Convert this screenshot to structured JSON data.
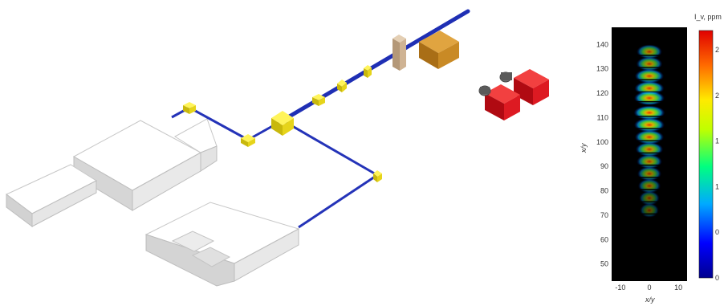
{
  "colors": {
    "beam": "#1f2fb4",
    "component_yellow": "#f2e21a",
    "camera_red": "#e3101a",
    "lens_gray": "#6f6f6f",
    "building_gray": "#dadada",
    "target_brown": "#c98a25",
    "map_background": "#000000"
  },
  "figure": {
    "components": [
      "beamline",
      "bending-magnets",
      "quadrupoles",
      "target-box",
      "camera-pair",
      "building-blocks"
    ]
  },
  "chart_data": {
    "type": "heatmap",
    "colorbar_label": "I_v, ppm",
    "y_ticks": [
      "140",
      "130",
      "120",
      "110",
      "100",
      "90",
      "80",
      "70",
      "60",
      "50"
    ],
    "x_ticks": [
      "-10",
      "0",
      "10"
    ],
    "colorbar_ticks": [
      "2",
      "2",
      "1",
      "1",
      "0",
      "0"
    ],
    "xlabel": "x/y",
    "ylabel": "x/y",
    "cmap": "jet",
    "bands": [
      {
        "y": 137,
        "intensity": 0.55
      },
      {
        "y": 132,
        "intensity": 0.6
      },
      {
        "y": 127,
        "intensity": 0.8
      },
      {
        "y": 122,
        "intensity": 0.85
      },
      {
        "y": 118,
        "intensity": 0.9
      },
      {
        "y": 112,
        "intensity": 0.95
      },
      {
        "y": 107,
        "intensity": 0.9
      },
      {
        "y": 102,
        "intensity": 0.8
      },
      {
        "y": 97,
        "intensity": 0.7
      },
      {
        "y": 92,
        "intensity": 0.55
      },
      {
        "y": 87,
        "intensity": 0.45
      },
      {
        "y": 82,
        "intensity": 0.35
      },
      {
        "y": 77,
        "intensity": 0.2
      },
      {
        "y": 72,
        "intensity": 0.1
      }
    ],
    "xlim": [
      -13,
      13
    ],
    "ylim": [
      43,
      147
    ]
  }
}
